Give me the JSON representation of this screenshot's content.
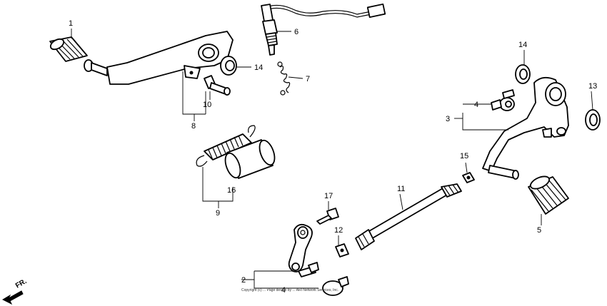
{
  "callouts": {
    "c1": "1",
    "c2": "2",
    "c3": "3",
    "c4a": "4",
    "c4b": "4",
    "c5": "5",
    "c6": "6",
    "c7": "7",
    "c8": "8",
    "c9": "9",
    "c10": "10",
    "c11": "11",
    "c12": "12",
    "c13": "13",
    "c14a": "14",
    "c14b": "14",
    "c15": "15",
    "c16": "16",
    "c17": "17"
  },
  "direction_label": "FR.",
  "copyright": "Copyright (c) ... Page design by ... ARI Network Services, Inc."
}
